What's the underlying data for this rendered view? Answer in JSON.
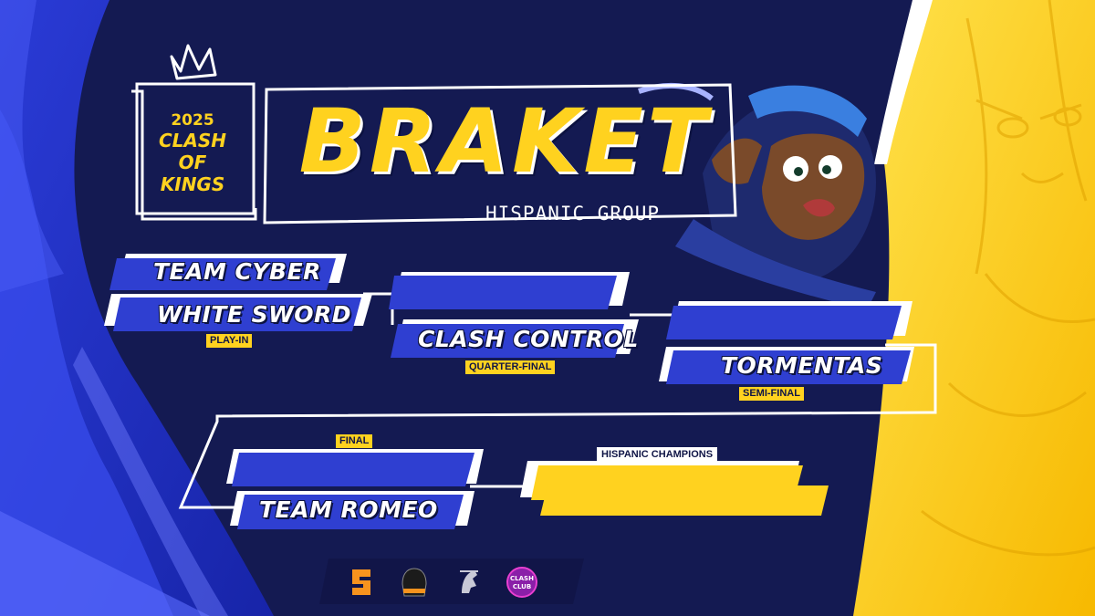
{
  "colors": {
    "navy": "#141a52",
    "royal_blue": "#2f3fd1",
    "yellow": "#ffd21f",
    "white": "#ffffff"
  },
  "logo": {
    "year": "2025",
    "line1": "CLASH",
    "line2": "OF",
    "line3": "KINGS",
    "crown_icon": "crown-icon"
  },
  "header": {
    "title": "BRAKET",
    "subtitle": "HISPANIC GROUP"
  },
  "bracket": {
    "play_in": {
      "label": "PLAY-IN",
      "team1": "TEAM CYBER",
      "team2": "WHITE SWORD"
    },
    "quarter_final": {
      "label": "QUARTER-FINAL",
      "team1": "",
      "team2": "CLASH CONTROL"
    },
    "semi_final": {
      "label": "SEMI-FINAL",
      "team1": "",
      "team2": "TORMENTAS"
    },
    "final": {
      "label": "FINAL",
      "team1": "",
      "team2": "TEAM ROMEO"
    },
    "champion": {
      "label": "HISPANIC CHAMPIONS",
      "team": ""
    }
  },
  "sponsors": [
    {
      "name": "sponsor-s-logo-icon"
    },
    {
      "name": "sponsor-hooded-player-logo-icon"
    },
    {
      "name": "sponsor-horse-logo-icon"
    },
    {
      "name": "clash-club-logo-icon",
      "text": "CLASH CLUB"
    }
  ]
}
